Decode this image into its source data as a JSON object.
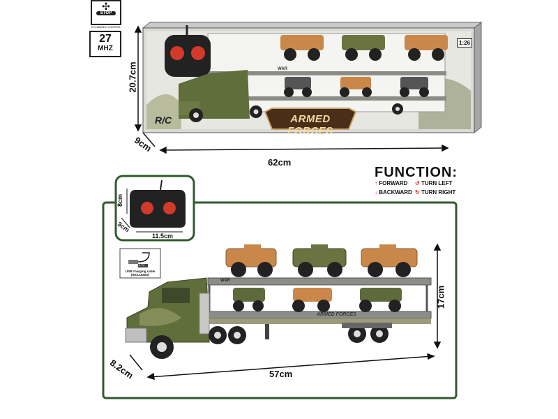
{
  "badges": {
    "stop_label": "STOP",
    "channel_text": "4 CHANNEL CONTROL",
    "frequency": "27",
    "frequency_unit": "MHZ"
  },
  "box": {
    "height_label": "20.7cm",
    "depth_label": "9cm",
    "width_label": "62cm",
    "product_name": "ARMED FORCES",
    "rc_label": "R/C",
    "scale_label": "1:26",
    "brand_small": "WAR"
  },
  "remote": {
    "height_label": "8cm",
    "depth_label": "3cm",
    "width_label": "11.5cm"
  },
  "usb": {
    "caption": "USB charging cable (INCLUDED)",
    "voltage": "3.7V"
  },
  "function": {
    "title": "FUNCTION:",
    "items": [
      {
        "label": "FORWARD",
        "glyph": "↑"
      },
      {
        "label": "TURN LEFT",
        "glyph": "↺"
      },
      {
        "label": "BACKWARD",
        "glyph": "↓"
      },
      {
        "label": "TURN RIGHT",
        "glyph": "↻"
      }
    ]
  },
  "truck": {
    "height_label": "17cm",
    "depth_label": "8.2cm",
    "length_label": "57cm",
    "deck_label": "ARMED FORCES",
    "war_label": "WAR"
  },
  "colors": {
    "frame_green": "#2f5a2f",
    "army_green": "#5f6e3a",
    "sand": "#c9874a",
    "red_button": "#d23a2a"
  }
}
